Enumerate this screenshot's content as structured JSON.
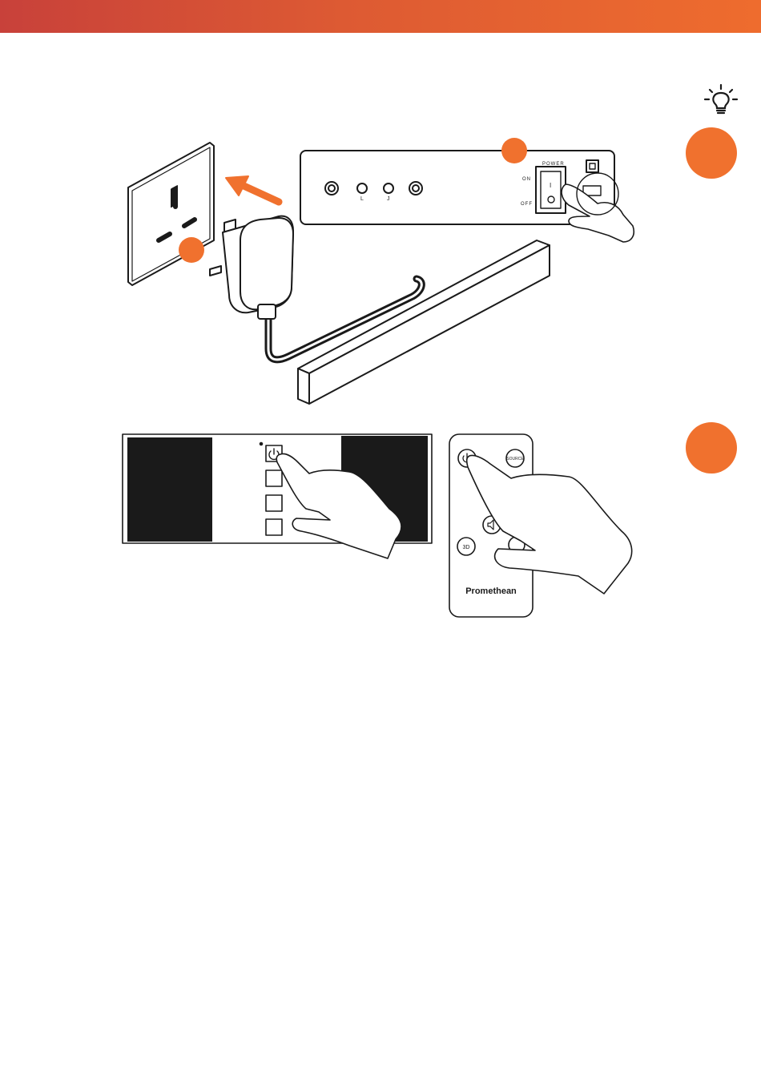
{
  "colors": {
    "accent": "#f0712e",
    "header_gradient_start": "#c8413a",
    "header_gradient_end": "#ee6c2e",
    "line": "#1a1a1a"
  },
  "icons": {
    "hint": "lightbulb-icon",
    "power": "power-icon",
    "volume": "speaker-icon"
  },
  "soundbar_panel": {
    "power_label": "POWER",
    "on_label": "ON",
    "off_label": "OFF",
    "switch_on_mark": "I",
    "jack_l_label": "L",
    "jack_r_label": "J"
  },
  "remote": {
    "source_label": "SOURCE",
    "three_d_label": "3D",
    "brand": "Promethean"
  }
}
